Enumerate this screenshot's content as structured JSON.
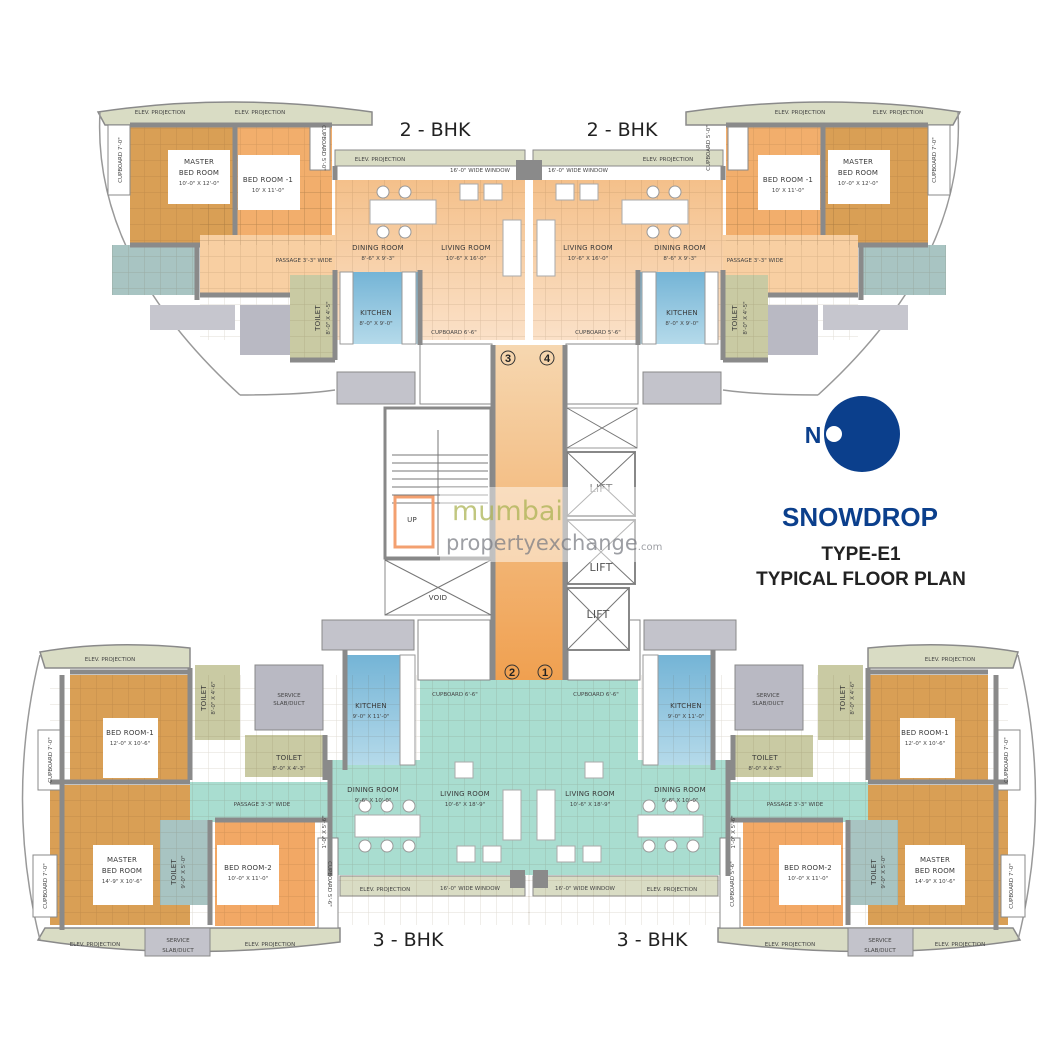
{
  "plan": {
    "project_name": "SNOWDROP",
    "type": "TYPE-E1",
    "subtitle": "TYPICAL FLOOR PLAN",
    "north_label": "N",
    "watermark_line1": "mumbai",
    "watermark_line2": "propertyexchange",
    "watermark_suffix": ".com",
    "colors": {
      "brand_blue": "#0b3f8c",
      "lobby": "#f2a657",
      "teal": "#a9ddd0",
      "kitchen": "#8ec4df",
      "bedroom": "#f2b072",
      "master": "#d9a058"
    }
  },
  "core": {
    "lifts": [
      "LIFT",
      "LIFT",
      "LIFT"
    ],
    "void": "VOID",
    "stair_up": "UP",
    "flat_numbers": [
      "3",
      "4",
      "2",
      "1"
    ]
  },
  "top_left_unit": {
    "type": "2 - BHK",
    "elev_1": "ELEV. PROJECTION",
    "elev_2": "ELEV. PROJECTION",
    "elev_3": "ELEV. PROJECTION",
    "window": "16'-0\" WIDE WINDOW",
    "master": [
      "MASTER",
      "BED ROOM",
      "10'-0\" X 12'-0\""
    ],
    "bed1": [
      "BED ROOM -1",
      "10' X 11'-0\""
    ],
    "cupboard_left": "CUPBOARD 7'-0\"",
    "cupboard_top": "CUPBOARD 5'-0\"",
    "passage": "PASSAGE 3'-3\" WIDE",
    "dining": [
      "DINING ROOM",
      "8'-6\" X 9'-3\""
    ],
    "living": [
      "LIVING ROOM",
      "10'-6\" X 16'-0\""
    ],
    "kitchen": [
      "KITCHEN",
      "8'-0\" X 9'-0\""
    ],
    "toilet": [
      "TOILET",
      "8'-0\" X 4'-5\""
    ],
    "cupboard_living": "CUPBOARD 6'-6\""
  },
  "top_right_unit": {
    "type": "2 - BHK",
    "elev_1": "ELEV. PROJECTION",
    "elev_2": "ELEV. PROJECTION",
    "elev_3": "ELEV. PROJECTION",
    "window": "16'-0\" WIDE WINDOW",
    "master": [
      "MASTER",
      "BED ROOM",
      "10'-0\" X 12'-0\""
    ],
    "bed1": [
      "BED ROOM -1",
      "10' X 11'-0\""
    ],
    "cupboard_right": "CUPBOARD 7'-0\"",
    "cupboard_top": "CUPBOARD 5'-0\"",
    "passage": "PASSAGE 3'-3\" WIDE",
    "dining": [
      "DINING ROOM",
      "8'-6\" X 9'-3\""
    ],
    "living": [
      "LIVING ROOM",
      "10'-6\" X 16'-0\""
    ],
    "kitchen": [
      "KITCHEN",
      "8'-0\" X 9'-0\""
    ],
    "toilet": [
      "TOILET",
      "8'-0\" X 4'-5\""
    ],
    "cupboard_living": "CUPBOARD 5'-6\""
  },
  "bottom_left_unit": {
    "type": "3 - BHK",
    "elev_top": "ELEV. PROJECTION",
    "elev_bottom_1": "ELEV. PROJECTION",
    "elev_bottom_2": "ELEV. PROJECTION",
    "elev_window": "ELEV. PROJECTION",
    "window": "16'-0\" WIDE WINDOW",
    "bed1": [
      "BED ROOM-1",
      "12'-0\" X 10'-6\""
    ],
    "bed2": [
      "BED ROOM-2",
      "10'-0\" X 11'-0\""
    ],
    "master": [
      "MASTER",
      "BED ROOM",
      "14'-9\" X 10'-6\""
    ],
    "toilet_small": [
      "TOILET",
      "8'-0\" X 4'-6\""
    ],
    "toilet_common": [
      "TOILET",
      "8'-0\" X 4'-3\""
    ],
    "toilet_master": [
      "TOILET",
      "9'-0\" X 5'-0\""
    ],
    "service_slab": [
      "SERVICE",
      "SLAB/DUCT"
    ],
    "service_slab_bottom": [
      "SERVICE",
      "SLAB/DUCT"
    ],
    "kitchen": [
      "KITCHEN",
      "9'-0\" X 11'-0\""
    ],
    "passage": "PASSAGE 3'-3\" WIDE",
    "dining": [
      "DINING ROOM",
      "9'-6\" X 10'-0\""
    ],
    "living": [
      "LIVING ROOM",
      "10'-6\" X 18'-9\""
    ],
    "cupboard_living": "CUPBOARD 6'-6\"",
    "cupboard_bed1": "CUPBOARD 7'-0\"",
    "cupboard_master": "CUPBOARD 7'-0\"",
    "cupboard_bed2": "CUPBOARD 5'-6\"",
    "niche": "1'-0\" X 5'-6\""
  },
  "bottom_right_unit": {
    "type": "3 - BHK",
    "elev_top": "ELEV. PROJECTION",
    "elev_bottom_1": "ELEV. PROJECTION",
    "elev_bottom_2": "ELEV. PROJECTION",
    "elev_window": "ELEV. PROJECTION",
    "window": "16'-0\" WIDE WINDOW",
    "bed1": [
      "BED ROOM-1",
      "12'-0\" X 10'-6\""
    ],
    "bed2": [
      "BED ROOM-2",
      "10'-0\" X 11'-0\""
    ],
    "master": [
      "MASTER",
      "BED ROOM",
      "14'-9\" X 10'-6\""
    ],
    "toilet_small": [
      "TOILET",
      "8'-0\" X 4'-6\""
    ],
    "toilet_common": [
      "TOILET",
      "8'-0\" X 4'-3\""
    ],
    "toilet_master": [
      "TOILET",
      "9'-0\" X 5'-0\""
    ],
    "service_slab": [
      "SERVICE",
      "SLAB/DUCT"
    ],
    "service_slab_bottom": [
      "SERVICE",
      "SLAB/DUCT"
    ],
    "kitchen": [
      "KITCHEN",
      "9'-0\" X 11'-0\""
    ],
    "passage": "PASSAGE 3'-3\" WIDE",
    "dining": [
      "DINING ROOM",
      "9'-6\" X 10'-0\""
    ],
    "living": [
      "LIVING ROOM",
      "10'-6\" X 18'-9\""
    ],
    "cupboard_living": "CUPBOARD 6'-6\"",
    "cupboard_bed1": "CUPBOARD 7'-0\"",
    "cupboard_master": "CUPBOARD 7'-0\"",
    "cupboard_bed2": "CUPBOARD 5'-6\"",
    "niche": "1'-0\" X 5'-6\""
  }
}
